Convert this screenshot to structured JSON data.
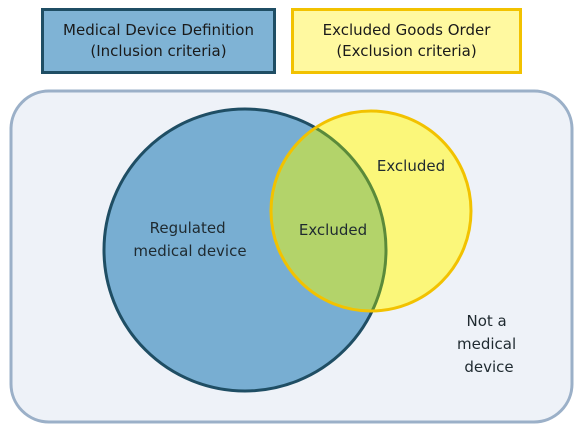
{
  "legend": {
    "inclusion": {
      "title": "Medical Device Definition",
      "subtitle": "(Inclusion criteria)",
      "fill_color": "#7fb3d5",
      "border_color": "#1f4e64"
    },
    "exclusion": {
      "title": "Excluded Goods Order",
      "subtitle": "(Exclusion criteria)",
      "fill_color": "#fff9a0",
      "border_color": "#f2c200"
    }
  },
  "venn": {
    "universe": {
      "label_lines": [
        "Not a",
        "medical",
        "device"
      ],
      "fill_color": "#eef2f8",
      "border_color": "#9bb0c8"
    },
    "medical_device_set": {
      "label_lines": [
        "Regulated",
        "medical device"
      ],
      "fill_color": "#78aed2",
      "border_color": "#1f4e64"
    },
    "excluded_set": {
      "label": "Excluded",
      "fill_color": "#fbf77a",
      "border_color": "#f2c200"
    },
    "intersection": {
      "label": "Excluded",
      "fill_color": "#b3d36a"
    }
  }
}
